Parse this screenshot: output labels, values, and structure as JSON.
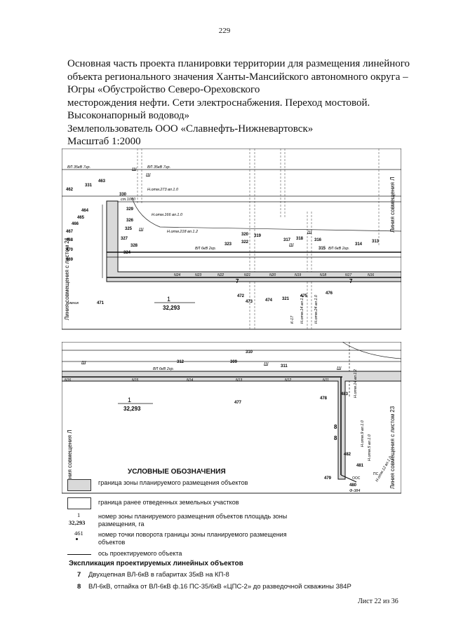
{
  "page_number": "229",
  "title_lines": [
    "Основная часть проекта планировки территории  для размещения линейного",
    "объекта регионального значения Ханты-Мансийского автономного округа –",
    "Югры  «Обустройство Северо-Ореховского",
    "месторождения нефти. Сети электроснабжения. Переход мостовой.",
    "Высоконапорный водовод»",
    "Землепользователь ООО «Славнефть-Нижневартовск»",
    "Масштаб 1:2000"
  ],
  "map_top": {
    "side_left_label": "Линия совмещения с листом 21",
    "side_right_label": "Линия совмещения Л",
    "line_labels": [
      "ВЛ 35кВ 7гр.",
      "ВЛ 35кВ 7гр.",
      "Н.отм.273 вл.1.0",
      "Н.отм.166 вл.1.0",
      "Н.отм.218 вл.1.2",
      "ВЛ 6кВ 2гр.",
      "ВЛ 6кВ 2гр.",
      "зимник",
      "К-17",
      "Н.отм.14 вл.1.2",
      "Н.отм.24 вл.1.0"
    ],
    "points": [
      "331",
      "463",
      "462",
      "330",
      "329",
      "464",
      "465",
      "466",
      "467",
      "468",
      "470",
      "469",
      "326",
      "325",
      "327",
      "328",
      "324",
      "320",
      "319",
      "323",
      "322",
      "317",
      "318",
      "316",
      "315",
      "314",
      "313",
      "471",
      "472",
      "473",
      "474",
      "321",
      "475",
      "476"
    ],
    "symbols": [
      "Ш",
      "Ш",
      "Ш",
      "Ш",
      "Ш"
    ],
    "pickets": [
      "N24",
      "N23",
      "N22",
      "N21",
      "N20",
      "N19",
      "N18",
      "N17",
      "N16"
    ],
    "object_numbers": [
      "7",
      "7"
    ],
    "zone_number": "1",
    "zone_area": "32,293",
    "angle_note": "ст.1000"
  },
  "map_bottom": {
    "side_left_label": "Линия совмещения Л",
    "side_right_label": "Линия совмещения с листом 23",
    "line_labels": [
      "ВЛ 6кВ 2гр.",
      "Н.отм.14 вл.1.2",
      "Н.отм.9 вл.1.0",
      "Н.отм.12 вл.1.0",
      "Н.отм.5 вл.1.0",
      "Ф-384"
    ],
    "points": [
      "312",
      "309",
      "310",
      "311",
      "477",
      "478",
      "483",
      "482",
      "481",
      "480",
      "479"
    ],
    "pickets": [
      "N16",
      "N15",
      "N14",
      "N13",
      "N12",
      "N11"
    ],
    "symbols": [
      "Ш",
      "Ш",
      "Ш"
    ],
    "object_numbers": [
      "8",
      "8"
    ],
    "zone_number": "1",
    "zone_area": "32,293",
    "pads": [
      "ООС",
      "ПС"
    ]
  },
  "legend": {
    "title": "УСЛОВНЫЕ ОБОЗНАЧЕНИЯ",
    "items": [
      {
        "text": "граница зоны планируемого размещения объектов"
      },
      {
        "text": "граница ранее отведенных земельных участков"
      },
      {
        "sym_top": "1",
        "sym_bot": "32,293",
        "text": "номер зоны планируемого размещения объектов площадь зоны размещения, га"
      },
      {
        "sym_top": "461",
        "text": "номер точки поворота границы зоны планируемого размещения объектов"
      },
      {
        "text": "ось проектируемого объекта"
      }
    ],
    "explication_title": "Экспликация проектируемых линейных объектов",
    "explication": [
      {
        "num": "7",
        "text": "Двухцепная ВЛ-6кВ в габаритах 35кВ на КП-8"
      },
      {
        "num": "8",
        "text": "ВЛ-6кВ, отпайка от ВЛ-6кВ ф.16 ПС-35/6кВ «ЦПС-2» до разведочной скважины 384Р"
      }
    ]
  },
  "sheet_footer": "Лист 22 из 36",
  "colors": {
    "ink": "#111111",
    "grid": "#888888",
    "zone_fill": "#d9d9d9"
  }
}
